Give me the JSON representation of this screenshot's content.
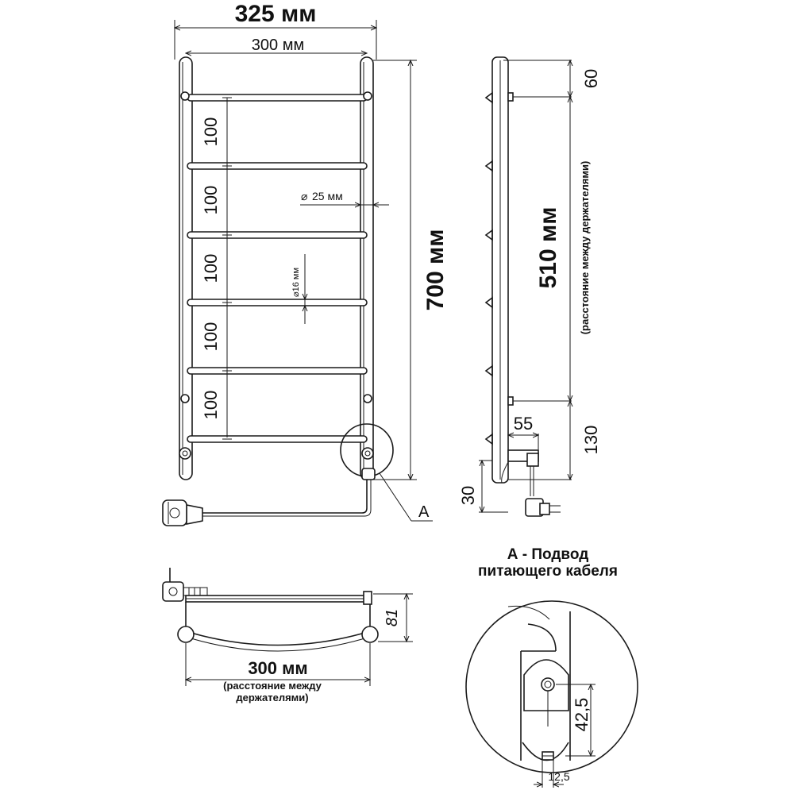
{
  "front_view": {
    "overall_width": "325 мм",
    "bar_width": "300 мм",
    "height": "700 мм",
    "spacing": [
      "100",
      "100",
      "100",
      "100",
      "100"
    ],
    "pipe_diameter": "25 мм",
    "rung_diameter": "16 мм",
    "callout_letter": "A"
  },
  "side_view": {
    "top_offset": "60",
    "holder_distance": "510 мм",
    "holder_distance_note": "(расстояние между держателями)",
    "bottom_offset": "130",
    "wall_offset": "55",
    "bottom_extension": "30"
  },
  "top_view": {
    "depth": "81",
    "holder_distance": "300 мм",
    "holder_note_line1": "(расстояние между",
    "holder_note_line2": "держателями)"
  },
  "detail_a": {
    "title_line1": "А - Подвод",
    "title_line2": "питающего кабеля",
    "height": "42,5",
    "width": "12,5"
  }
}
